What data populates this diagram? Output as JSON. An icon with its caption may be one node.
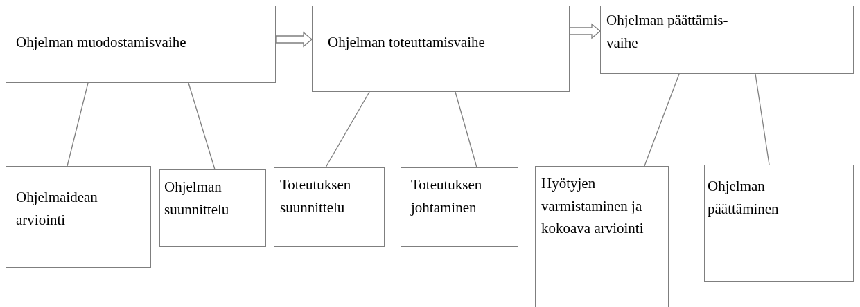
{
  "diagram": {
    "nodes": [
      {
        "text": [
          "Ohjelman muodostamisvaihe"
        ]
      },
      {
        "text": [
          "Ohjelman toteuttamisvaihe"
        ]
      },
      {
        "text": [
          "Ohjelman päättämis- vaihe"
        ]
      },
      {
        "text": [
          "Ohjelmaidean arviointi"
        ]
      },
      {
        "text": [
          "Ohjelman suunnittelu"
        ]
      },
      {
        "text": [
          "Toteutuksen suunnittelu"
        ]
      },
      {
        "text": [
          "Toteutuksen johtaminen"
        ]
      },
      {
        "text": [
          "Hyötyjen varmistaminen ja kokoava arviointi"
        ]
      },
      {
        "text": [
          "Ohjelman päättäminen"
        ]
      }
    ],
    "edges": [
      {
        "from": 0,
        "to": 1,
        "arrow": "to"
      },
      {
        "from": 1,
        "to": 2,
        "arrow": "to"
      },
      {
        "from": 0,
        "to": 3,
        "arrow": "none"
      },
      {
        "from": 0,
        "to": 4,
        "arrow": "none"
      },
      {
        "from": 1,
        "to": 5,
        "arrow": "none"
      },
      {
        "from": 1,
        "to": 6,
        "arrow": "none"
      },
      {
        "from": 2,
        "to": 7,
        "arrow": "none"
      },
      {
        "from": 2,
        "to": 8,
        "arrow": "none"
      }
    ]
  }
}
